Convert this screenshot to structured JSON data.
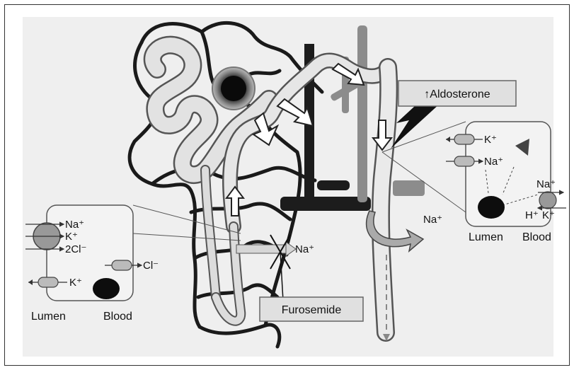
{
  "diagram": {
    "callouts": {
      "aldosterone": "↑Aldosterone",
      "furosemide": "Furosemide"
    },
    "left_cell": {
      "transporter_ions": [
        "Na⁺",
        "K⁺",
        "2Cl⁻"
      ],
      "channel_k": "K⁺",
      "channel_cl": "Cl⁻",
      "lumen": "Lumen",
      "blood": "Blood"
    },
    "right_cell": {
      "channel_k": "K⁺",
      "channel_na": "Na⁺",
      "pump_na": "Na⁺",
      "pump_h": "H⁺",
      "pump_k": "K⁺",
      "lumen": "Lumen",
      "blood": "Blood"
    },
    "na_blocked": "Na⁺",
    "na_collecting": "Na⁺"
  }
}
